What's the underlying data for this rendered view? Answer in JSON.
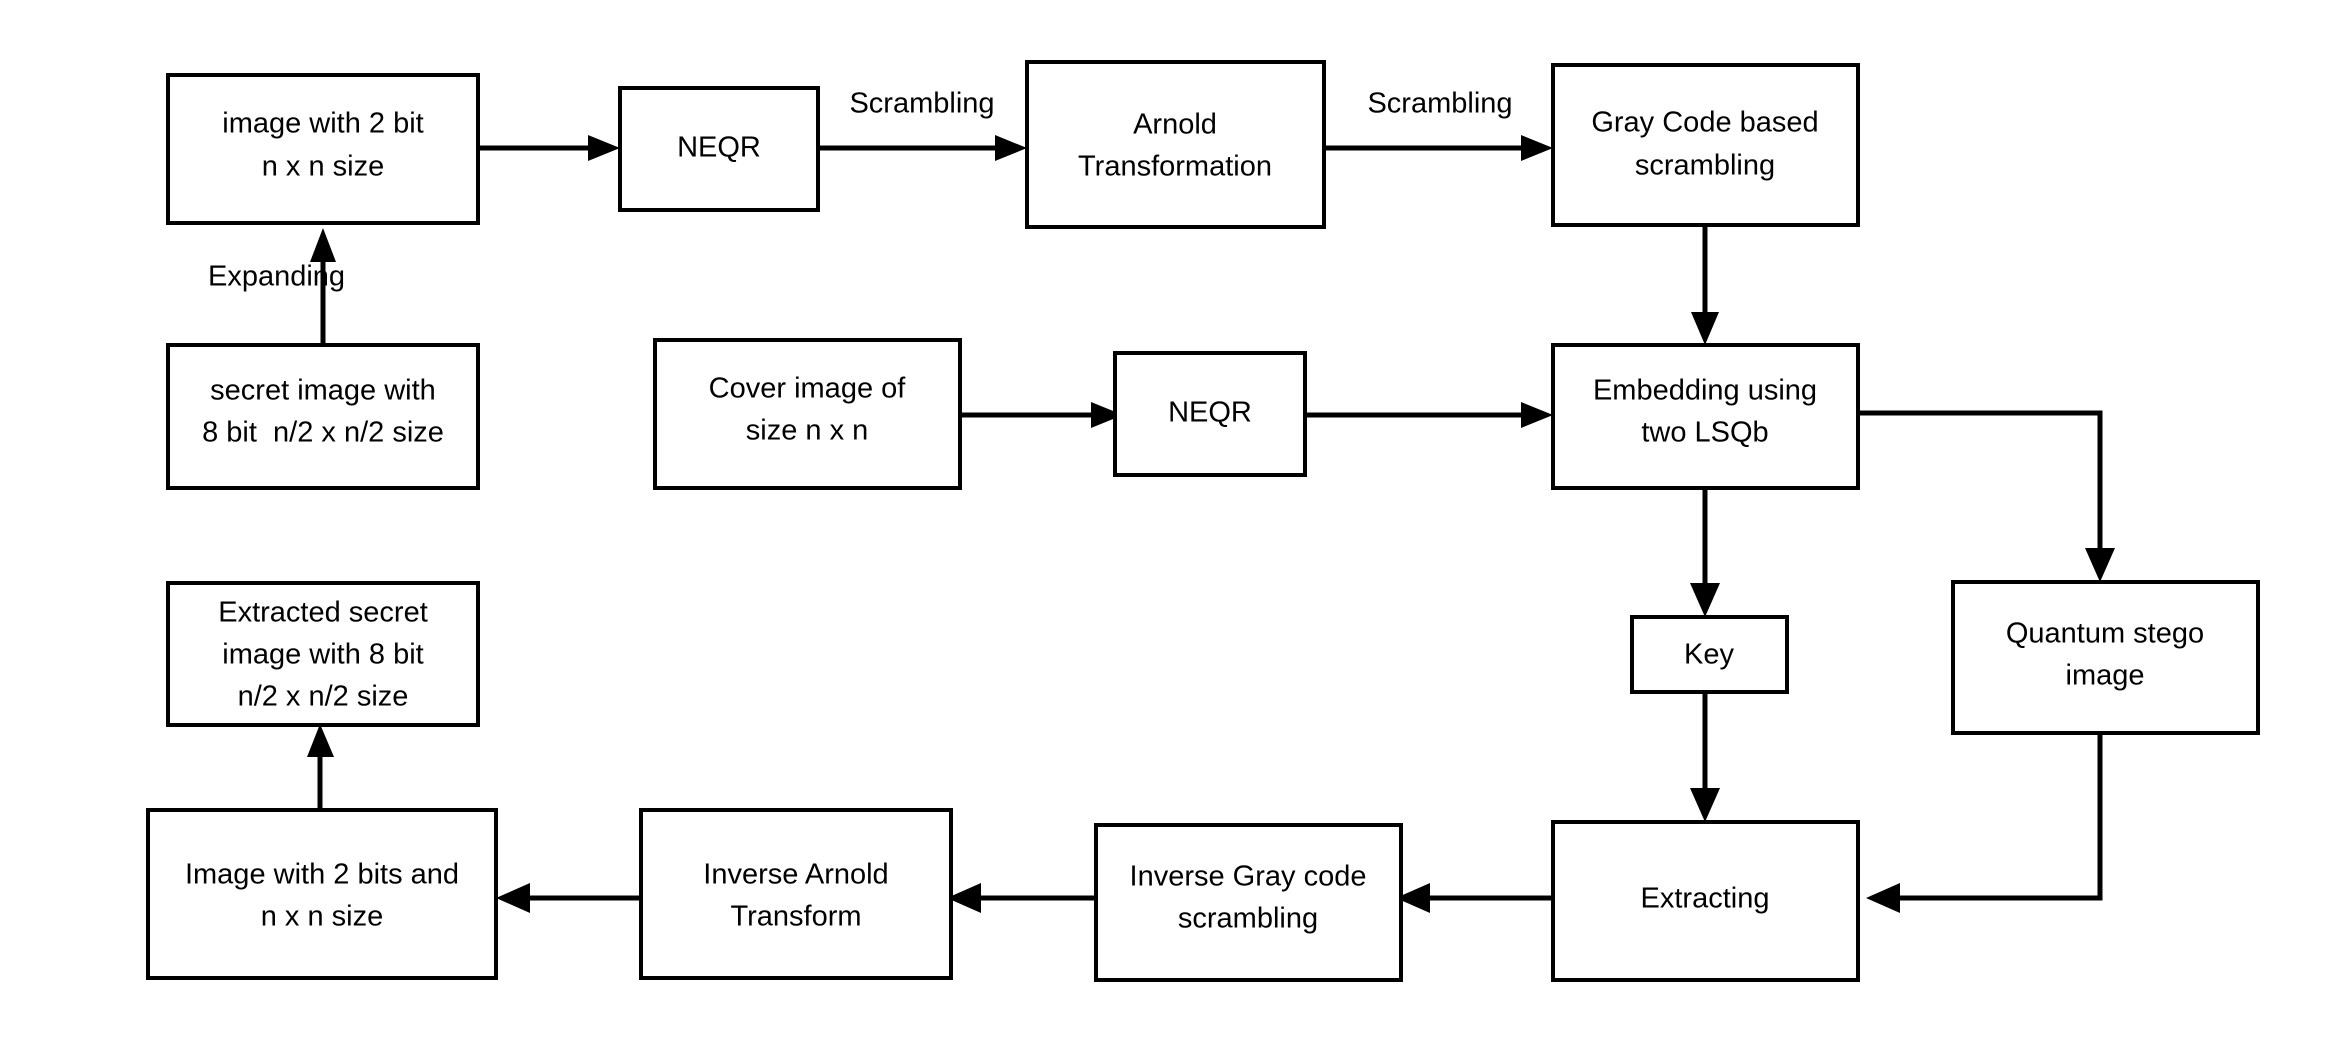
{
  "diagram": {
    "title": "Quantum image steganography scheme flowchart",
    "colors": {
      "stroke": "#000000",
      "fill": "#ffffff",
      "text": "#000000"
    },
    "nodes": {
      "expanded_image": {
        "line1": "image with 2 bit",
        "line2": "n x n size"
      },
      "neqr_secret": {
        "line1": "NEQR"
      },
      "arnold": {
        "line1": "Arnold",
        "line2": "Transformation"
      },
      "gray_code": {
        "line1": "Gray Code based",
        "line2": "scrambling"
      },
      "secret_image": {
        "line1": "secret image with",
        "line2": "8 bit  n/2 x n/2 size"
      },
      "cover_image": {
        "line1": "Cover image of",
        "line2": "size n x n"
      },
      "neqr_cover": {
        "line1": "NEQR"
      },
      "embedding": {
        "line1": "Embedding using",
        "line2": "two LSQb"
      },
      "key": {
        "line1": "Key"
      },
      "stego_image": {
        "line1": "Quantum stego",
        "line2": "image"
      },
      "extracted_secret": {
        "line1": "Extracted secret",
        "line2": "image with 8 bit",
        "line3": "n/2 x n/2 size"
      },
      "image_2bits": {
        "line1": "Image with 2 bits and",
        "line2": "n x n size"
      },
      "inverse_arnold": {
        "line1": "Inverse Arnold",
        "line2": "Transform"
      },
      "inverse_gray": {
        "line1": "Inverse Gray code",
        "line2": "scrambling"
      },
      "extracting": {
        "line1": "Extracting"
      }
    },
    "edge_labels": {
      "expanding": "Expanding",
      "scrambling_1": "Scrambling",
      "scrambling_2": "Scrambling"
    }
  }
}
